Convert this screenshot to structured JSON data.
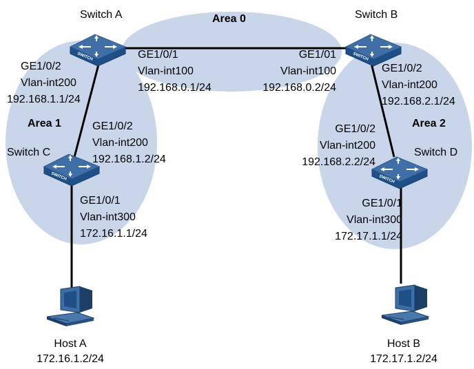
{
  "areas": {
    "area0": "Area 0",
    "area1": "Area 1",
    "area2": "Area 2"
  },
  "devices": {
    "switch_a": "Switch A",
    "switch_b": "Switch B",
    "switch_c": "Switch C",
    "switch_d": "Switch D",
    "switch_logo_text": "SWITCH",
    "host_a": {
      "name": "Host A",
      "ip": "172.16.1.2/24"
    },
    "host_b": {
      "name": "Host B",
      "ip": "172.17.1.2/24"
    }
  },
  "interfaces": {
    "a_to_b": {
      "port": "GE1/0/1",
      "vlan": "Vlan-int100",
      "ip": "192.168.0.1/24"
    },
    "b_to_a": {
      "port": "GE1/01",
      "vlan": "Vlan-int100",
      "ip": "192.168.0.2/24"
    },
    "a_to_c": {
      "port": "GE1/0/2",
      "vlan": "Vlan-int200",
      "ip": "192.168.1.1/24"
    },
    "c_to_a": {
      "port": "GE1/0/2",
      "vlan": "Vlan-int200",
      "ip": "192.168.1.2/24"
    },
    "c_to_host": {
      "port": "GE1/0/1",
      "vlan": "Vlan-int300",
      "ip": "172.16.1.1/24"
    },
    "b_to_d": {
      "port": "GE1/0/2",
      "vlan": "Vlan-int200",
      "ip": "192.168.2.1/24"
    },
    "d_to_b": {
      "port": "GE1/0/2",
      "vlan": "Vlan-int200",
      "ip": "192.168.2.2/24"
    },
    "d_to_host": {
      "port": "GE1/0/1",
      "vlan": "Vlan-int300",
      "ip": "172.17.1.1/24"
    }
  },
  "colors": {
    "area_fill": "#c9d6ea",
    "switch_top": "#3f6fa6",
    "switch_side": "#1f4f87",
    "link": "#000000"
  }
}
